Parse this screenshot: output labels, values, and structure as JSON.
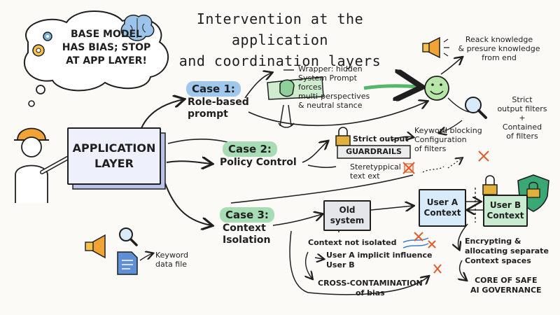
{
  "title": {
    "line1": "Intervention at the application",
    "line2": "and coordination layers"
  },
  "cloud": {
    "line1": "BASE MODEL",
    "line2": "HAS BIAS; STOP",
    "line3": "AT APP LAYER!"
  },
  "app_layer": {
    "line1": "APPLICATION",
    "line2": "LAYER"
  },
  "case1": {
    "pill": "Case 1:",
    "label_line1": "Role-based",
    "label_line2": "prompt",
    "wrapper_lines": [
      "Wrapper: hidden",
      "System Prompt",
      "forces",
      "multi-perspectives",
      "& neutral stance"
    ]
  },
  "top_right": {
    "lines": [
      "Reack knowledge",
      "& presure knowledge",
      "from end"
    ]
  },
  "case2": {
    "pill": "Case 2:",
    "label": "Policy Control",
    "strict_output": "Strict output",
    "guardrails": "GUARDRAILS",
    "stereo_line1": "Steretyppical",
    "stereo_line2": "text ext",
    "keyword_lines": [
      "Keyword blocking",
      "Configuration",
      "of filters"
    ],
    "filters_lines": [
      "Strict",
      "output filters",
      "+",
      "Contained",
      "of filters"
    ]
  },
  "case3": {
    "pill": "Case 3:",
    "label_line1": "Context",
    "label_line2": "Isolation",
    "old_system_line1": "Old",
    "old_system_line2": "system",
    "not_isolated": "Context not isolated",
    "implicit_line1": "User A implicit influence",
    "implicit_line2": "User B",
    "cross_line1": "CROSS-CONTAMINATION",
    "cross_line2": "of bias",
    "user_a_line1": "User A",
    "user_a_line2": "Context",
    "user_b_line1": "User B",
    "user_b_line2": "Context",
    "encrypt_lines": [
      "Encrypting &",
      "allocating separate",
      "Context spaces"
    ],
    "core_line1": "CORE OF SAFE",
    "core_line2": "AI GOVERNANCE"
  },
  "keyword_file": {
    "line1": "Keyword",
    "line2": "data file"
  },
  "colors": {
    "case1": "#9fc8ec",
    "case2": "#a8dcb4",
    "case3": "#a8dcb4",
    "user_a": "#d7ebfa",
    "user_b": "#c9ebd0",
    "smiley": "#b6e6a8",
    "cloud": "#ffffff",
    "app_box": "#eef0fb",
    "helmet": "#f2a336",
    "shield": "#3aa874",
    "lock": "#e2b13b",
    "cross": "#e25a2c"
  },
  "icons": [
    "worker-icon",
    "brain-icon",
    "gear-icon",
    "megaphone-icon",
    "smiley-icon",
    "magnifier-icon",
    "lock-icon",
    "shield-icon",
    "document-icon",
    "mask-icon"
  ]
}
